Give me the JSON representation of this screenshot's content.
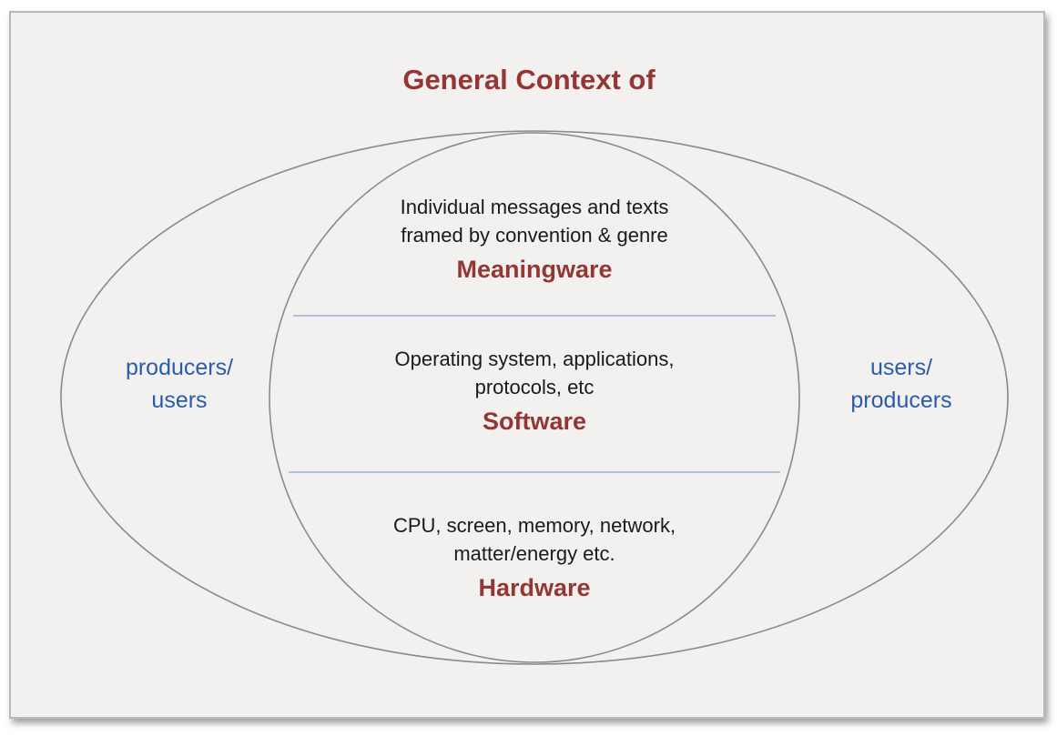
{
  "title": "General Context of",
  "colors": {
    "accent_red": "#943634",
    "accent_blue": "#2a5da8",
    "divider_line": "#9ab3d5",
    "shape_outline": "#8a8a8a",
    "frame_background": "#f2f1ef"
  },
  "left_label": {
    "line1": "producers/",
    "line2": "users"
  },
  "right_label": {
    "line1": "users/",
    "line2": "producers"
  },
  "sections": [
    {
      "desc_line1": "Individual messages and texts",
      "desc_line2": "framed by convention & genre",
      "name": "Meaningware"
    },
    {
      "desc_line1": "Operating system, applications,",
      "desc_line2": "protocols, etc",
      "name": "Software"
    },
    {
      "desc_line1": "CPU, screen, memory, network,",
      "desc_line2": "matter/energy etc.",
      "name": "Hardware"
    }
  ]
}
